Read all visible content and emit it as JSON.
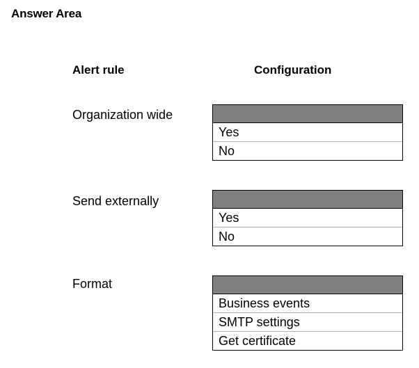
{
  "title": "Answer Area",
  "headers": {
    "alert_rule": "Alert rule",
    "configuration": "Configuration"
  },
  "rows": [
    {
      "label": "Organization wide",
      "options": [
        "Yes",
        "No"
      ]
    },
    {
      "label": "Send externally",
      "options": [
        "Yes",
        "No"
      ]
    },
    {
      "label": "Format",
      "options": [
        "Business events",
        "SMTP settings",
        "Get certificate"
      ]
    }
  ],
  "colors": {
    "dropdown_header": "#808080",
    "border": "#000000"
  }
}
